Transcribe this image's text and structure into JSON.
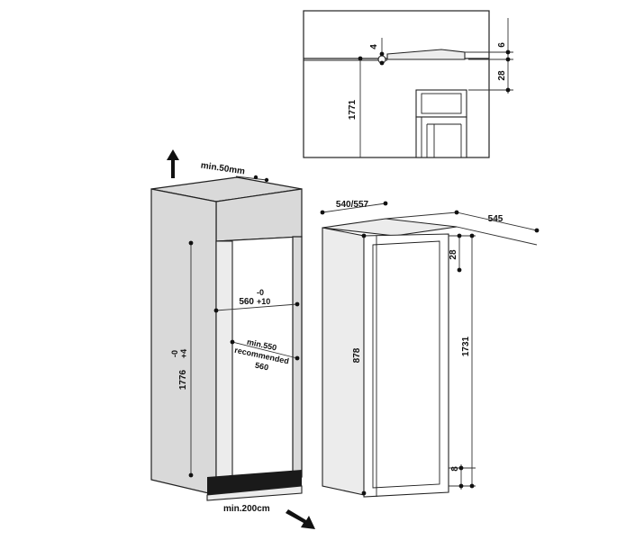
{
  "top_detail": {
    "dim_gap": "4",
    "dim_top": "6",
    "dim_recess": "28",
    "dim_height": "1771"
  },
  "niche": {
    "vent_top": "min.50mm",
    "width": "560",
    "width_tol_upper": "-0",
    "width_tol_lower": "+10",
    "depth_min": "min.550",
    "depth_recommended": "recommended",
    "depth_recommended_value": "560",
    "height": "1776",
    "height_tol_upper": "-0",
    "height_tol_lower": "+4",
    "vent_bottom": "min.200cm"
  },
  "appliance": {
    "width": "540/557",
    "depth": "545",
    "top_recess": "28",
    "door_height": "878",
    "total_height": "1731",
    "bottom_gap": "8"
  }
}
